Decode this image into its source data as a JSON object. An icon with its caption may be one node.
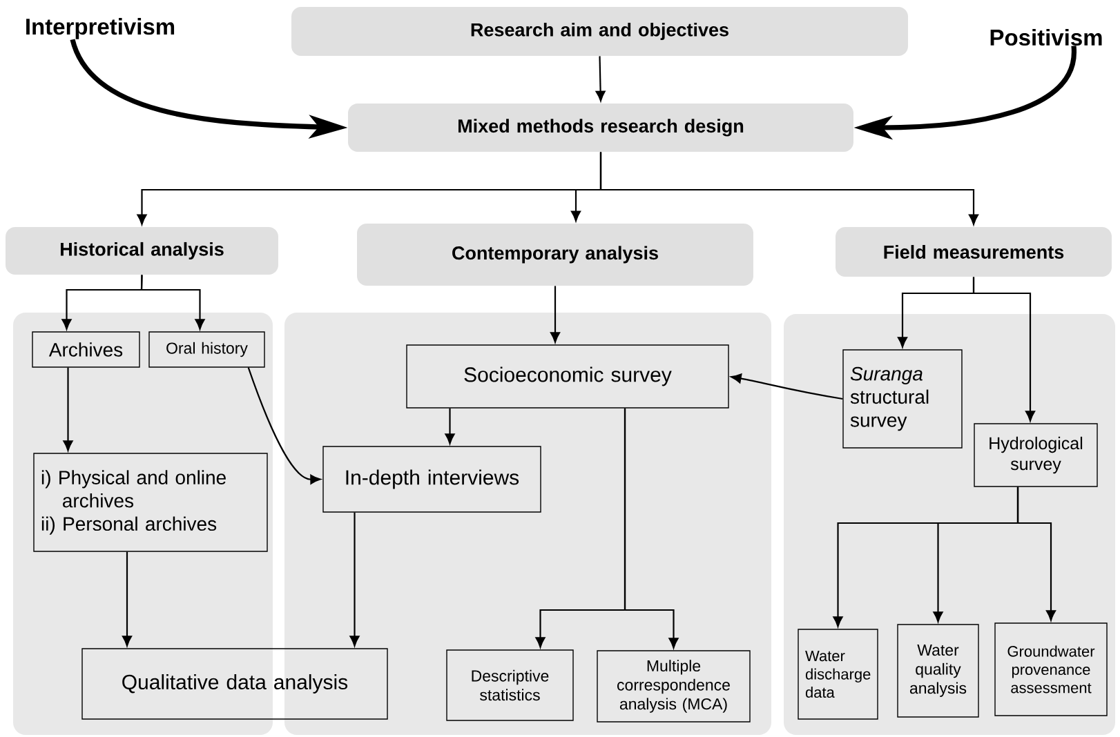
{
  "diagram": {
    "nodes": [
      {
        "text": [
          "Interpretivism"
        ]
      },
      {
        "text": [
          "Research aim and objectives"
        ]
      },
      {
        "text": [
          "Positivism"
        ]
      },
      {
        "text": [
          "Mixed methods research design"
        ]
      },
      {
        "text": [
          "Historical analysis"
        ]
      },
      {
        "text": [
          "Contemporary analysis"
        ]
      },
      {
        "text": [
          "Field measurements"
        ]
      },
      {
        "text": [],
        "shape": "box"
      },
      {
        "text": [
          "Archives"
        ],
        "in": 7
      },
      {
        "text": [
          "Oral history"
        ],
        "in": 7
      },
      {
        "text": [
          "i) Physical and online archives",
          "ii) Personal archives"
        ],
        "in": 7
      },
      {
        "text": [],
        "shape": "box"
      },
      {
        "text": [
          "Socioeconomic survey"
        ],
        "in": 11
      },
      {
        "text": [
          "In-depth interviews"
        ],
        "in": 11
      },
      {
        "text": [],
        "shape": "box"
      },
      {
        "text": [
          "*Suranga* structural survey"
        ],
        "in": 14
      },
      {
        "text": [
          "Hydrological survey"
        ],
        "in": 14
      },
      {
        "text": [
          "Qualitative data analysis"
        ]
      },
      {
        "text": [
          "Descriptive statistics"
        ],
        "in": 11
      },
      {
        "text": [
          "Multiple correspondence analysis (MCA)"
        ],
        "in": 11
      },
      {
        "text": [
          "Water discharge data"
        ],
        "in": 14
      },
      {
        "text": [
          "Water quality analysis"
        ],
        "in": 14
      },
      {
        "text": [
          "Groundwater provenance assessment"
        ],
        "in": 14
      }
    ],
    "edges": [
      {
        "from": 1,
        "to": 3,
        "arrow": "to"
      },
      {
        "from": 0,
        "to": 3,
        "arrow": "to",
        "style": "thick"
      },
      {
        "from": 2,
        "to": 3,
        "arrow": "to",
        "style": "thick"
      },
      {
        "from": 3,
        "to": 4,
        "arrow": "to"
      },
      {
        "from": 3,
        "to": 5,
        "arrow": "to"
      },
      {
        "from": 3,
        "to": 6,
        "arrow": "to"
      },
      {
        "from": 4,
        "to": 8,
        "arrow": "to"
      },
      {
        "from": 4,
        "to": 9,
        "arrow": "to"
      },
      {
        "from": 5,
        "to": 12,
        "arrow": "to"
      },
      {
        "from": 6,
        "to": 15,
        "arrow": "to"
      },
      {
        "from": 6,
        "to": 16,
        "arrow": "to"
      },
      {
        "from": 8,
        "to": 10,
        "arrow": "to"
      },
      {
        "from": 9,
        "to": 13,
        "arrow": "to"
      },
      {
        "from": 12,
        "to": 13,
        "arrow": "to"
      },
      {
        "from": 15,
        "to": 12,
        "arrow": "to"
      },
      {
        "from": 10,
        "to": 17,
        "arrow": "to"
      },
      {
        "from": 13,
        "to": 17,
        "arrow": "to"
      },
      {
        "from": 12,
        "to": 18,
        "arrow": "to"
      },
      {
        "from": 12,
        "to": 19,
        "arrow": "to"
      },
      {
        "from": 16,
        "to": 20,
        "arrow": "to"
      },
      {
        "from": 16,
        "to": 21,
        "arrow": "to"
      },
      {
        "from": 16,
        "to": 22,
        "arrow": "to"
      }
    ]
  }
}
